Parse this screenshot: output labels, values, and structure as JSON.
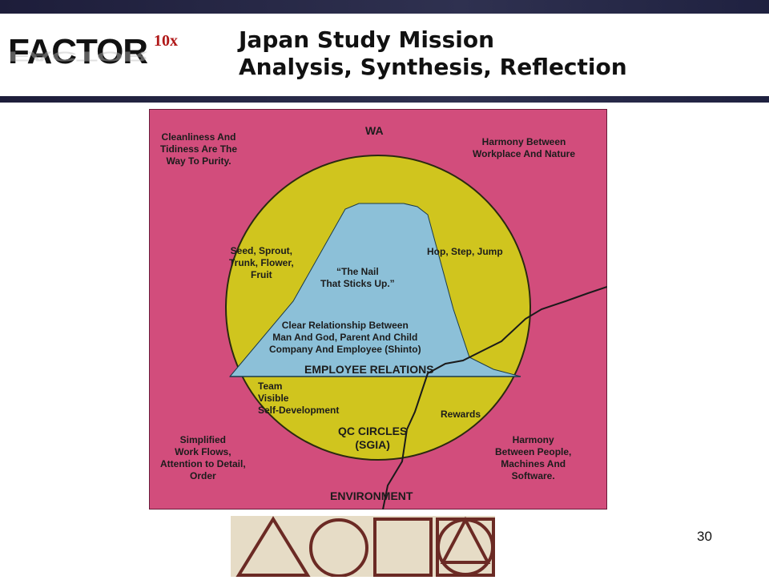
{
  "logo": {
    "text": "FACTOR",
    "superscript": "10x"
  },
  "title": {
    "line1": "Japan Study Mission",
    "line2": "Analysis, Synthesis, Reflection"
  },
  "diagram": {
    "colors": {
      "background": "#d24d7c",
      "circle": "#d0c51e",
      "mountain": "#8cc0d8"
    },
    "top": "WA",
    "bottom": "ENVIRONMENT",
    "corner_tl": [
      "Cleanliness And",
      "Tidiness Are The",
      "Way To Purity."
    ],
    "corner_tr": [
      "Harmony Between",
      "Workplace And Nature"
    ],
    "corner_bl": [
      "Simplified",
      "Work Flows,",
      "Attention to Detail,",
      "Order"
    ],
    "corner_br": [
      "Harmony",
      "Between People,",
      "Machines And",
      "Software."
    ],
    "left_mid": [
      "Seed, Sprout,",
      "Trunk, Flower,",
      "Fruit"
    ],
    "right_mid": "Hop, Step, Jump",
    "nail": [
      "“The Nail",
      "That Sticks Up.”"
    ],
    "relationship": [
      "Clear Relationship Between",
      "Man And God, Parent And Child",
      "Company And Employee (Shinto)"
    ],
    "employee_relations": "EMPLOYEE RELATIONS",
    "team": [
      "Team",
      "Visible",
      "Self-Development"
    ],
    "rewards": "Rewards",
    "qc": [
      "QC CIRCLES",
      "(SGIA)"
    ]
  },
  "page_number": "30"
}
